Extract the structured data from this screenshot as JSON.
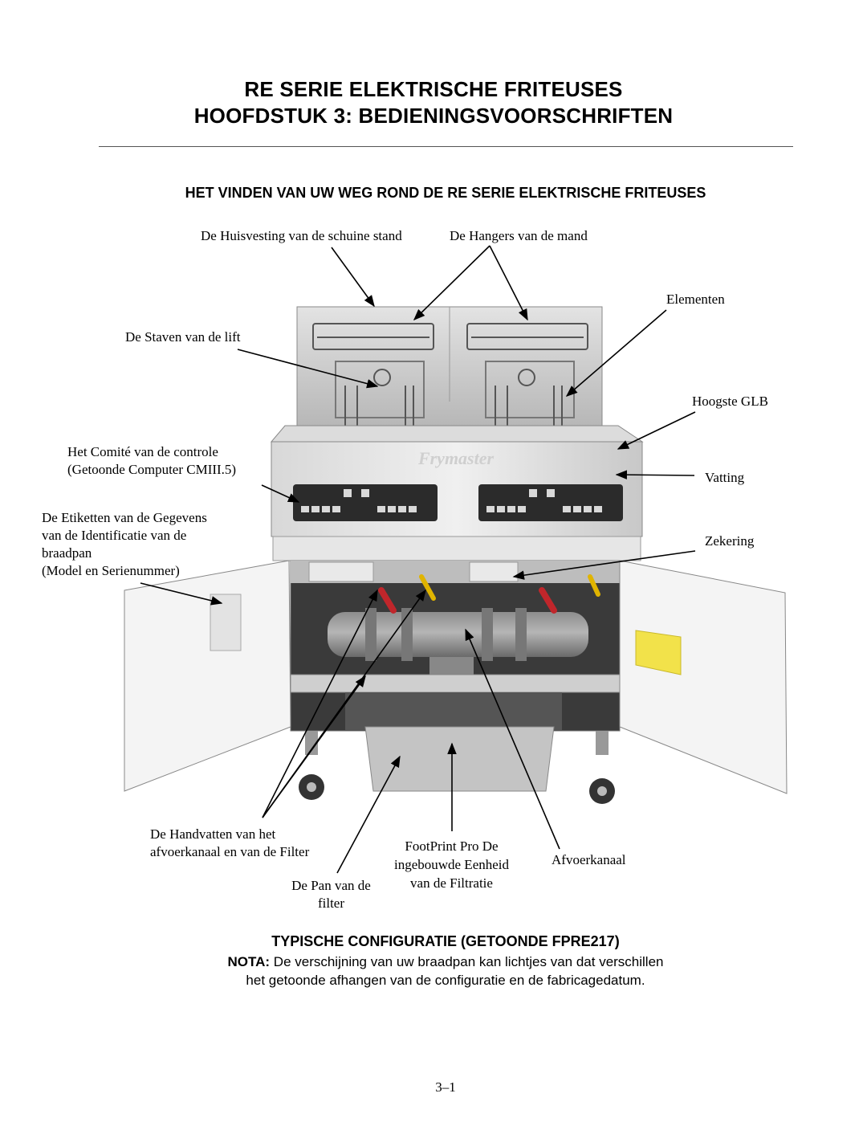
{
  "header": {
    "title_line1": "RE SERIE ELEKTRISCHE FRITEUSES",
    "title_line2": "HOOFDSTUK 3:  BEDIENINGSVOORSCHRIFTEN"
  },
  "section": {
    "heading": "HET VINDEN VAN UW WEG ROND DE RE SERIE ELEKTRISCHE FRITEUSES"
  },
  "figure": {
    "brand": "Frymaster",
    "labels": {
      "tilt_housing": "De Huisvesting van de schuine stand",
      "basket_hangers": "De Hangers van de mand",
      "elements": "Elementen",
      "lift_rods": "De Staven van de lift",
      "high_limit": "Hoogste GLB",
      "control_board_1": "Het Comité van de controle",
      "control_board_2": "(Getoonde Computer CMIII.5)",
      "vat": "Vatting",
      "data_plate_1": "De Etiketten van de Gegevens",
      "data_plate_2": "van de Identificatie van de",
      "data_plate_3": "braadpan",
      "data_plate_4": "(Model en Serienummer)",
      "fuse": "Zekering",
      "handles_1": "De Handvatten van het",
      "handles_2": "afvoerkanaal en van de Filter",
      "footprint_1": "FootPrint Pro De",
      "footprint_2": "ingebouwde Eenheid",
      "footprint_3": "van de Filtratie",
      "drain": "Afvoerkanaal",
      "filter_pan_1": "De Pan van de",
      "filter_pan_2": "filter"
    }
  },
  "caption": {
    "title": "TYPISCHE CONFIGURATIE (GETOONDE FPRE217)",
    "note_label": "NOTA:",
    "note_line1": " De verschijning van uw braadpan kan lichtjes van dat verschillen",
    "note_line2": "het getoonde afhangen van de configuratie en de fabricagedatum."
  },
  "footer": {
    "page_number": "3–1"
  },
  "colors": {
    "steel": "#c9c9c9",
    "steel_dark": "#9c9c9c",
    "panel": "#2b2b2b",
    "sticker": "#f2e24a",
    "handle_red": "#c0262b"
  }
}
